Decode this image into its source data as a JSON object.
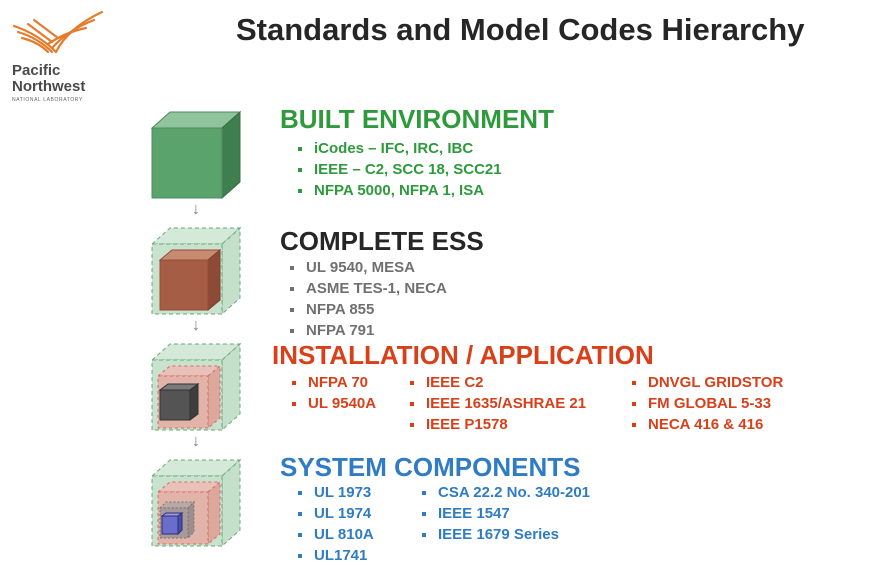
{
  "title": "Standards and Model Codes Hierarchy",
  "logo": {
    "name": "logo-pnnl",
    "line1": "Pacific",
    "line2": "Northwest",
    "line3": "NATIONAL LABORATORY"
  },
  "colors": {
    "green": "#2e9a3c",
    "red": "#d9401a",
    "blue": "#2f7cc4",
    "gray": "#707070",
    "logo_orange": "#e57b2b"
  },
  "arrow_glyph": "↓",
  "sections": [
    {
      "heading": "BUILT ENVIRONMENT",
      "columns": [
        [
          "iCodes – IFC, IRC, IBC",
          "IEEE – C2, SCC 18, SCC21",
          "NFPA 5000, NFPA 1, ISA"
        ]
      ]
    },
    {
      "heading": "COMPLETE ESS",
      "columns": [
        [
          "UL 9540, MESA",
          "ASME TES-1, NECA",
          "NFPA 855",
          "NFPA 791"
        ]
      ]
    },
    {
      "heading": "INSTALLATION / APPLICATION",
      "columns": [
        [
          "NFPA 70",
          "UL 9540A"
        ],
        [
          "IEEE C2",
          "IEEE 1635/ASHRAE 21",
          "IEEE P1578"
        ],
        [
          "DNVGL GRIDSTOR",
          "FM GLOBAL 5-33",
          "NECA 416 & 416"
        ]
      ]
    },
    {
      "heading": "SYSTEM COMPONENTS",
      "columns": [
        [
          "UL 1973",
          "UL 1974",
          "UL 810A",
          "UL1741"
        ],
        [
          "CSA 22.2 No. 340-201",
          "IEEE 1547",
          "IEEE 1679 Series"
        ]
      ]
    }
  ]
}
